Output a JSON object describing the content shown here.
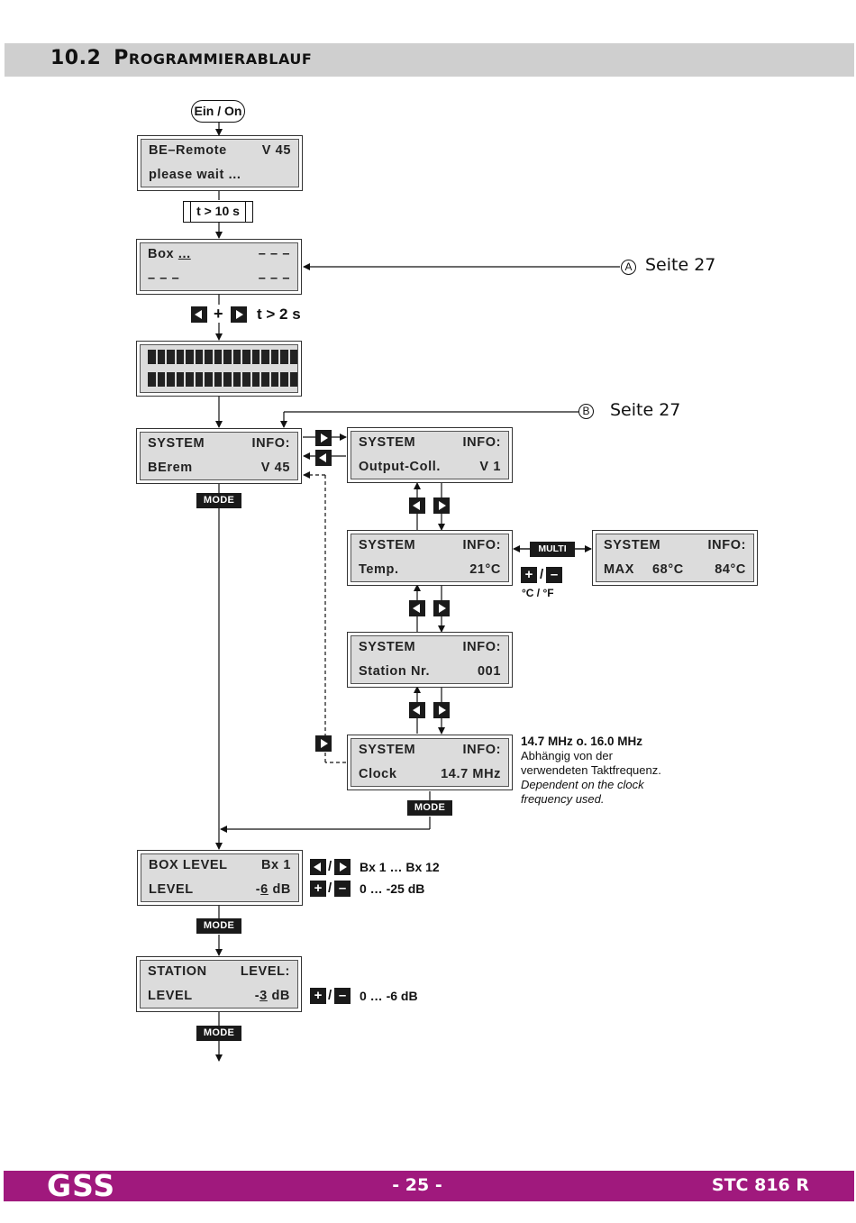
{
  "header": {
    "section_number": "10.2",
    "title_first": "P",
    "title_rest": "ROGRAMMIERABLAUF"
  },
  "start": {
    "label": "Ein / On"
  },
  "timer1": {
    "label": "t > 10 s"
  },
  "keys_hint": {
    "plus": "+",
    "time": "t > 2 s"
  },
  "displays": {
    "boot": {
      "line1_left": "BE–Remote",
      "line1_right": "V 45",
      "line2_left": "please wait ..."
    },
    "box": {
      "line1_left": "Box",
      "line1_left_ul": "...",
      "line1_right": "– – –",
      "line2_left": "– – –",
      "line2_right": "– – –"
    },
    "sys_main": {
      "line1_left": "SYSTEM",
      "line1_right": "INFO:",
      "line2_left": "BErem",
      "line2_right": "V 45"
    },
    "sys_output": {
      "line1_left": "SYSTEM",
      "line1_right": "INFO:",
      "line2_left": "Output-Coll.",
      "line2_right": "V 1"
    },
    "sys_temp": {
      "line1_left": "SYSTEM",
      "line1_right": "INFO:",
      "line2_left": "Temp.",
      "line2_right": "21°C"
    },
    "sys_max": {
      "line1_left": "SYSTEM",
      "line1_right": "INFO:",
      "line2_left": "MAX",
      "line2_mid": "68°C",
      "line2_right": "84°C"
    },
    "sys_station": {
      "line1_left": "SYSTEM",
      "line1_right": "INFO:",
      "line2_left": "Station Nr.",
      "line2_right": "001"
    },
    "sys_clock": {
      "line1_left": "SYSTEM",
      "line1_right": "INFO:",
      "line2_left": "Clock",
      "line2_right": "14.7 MHz"
    },
    "box_level": {
      "line1_left": "BOX LEVEL",
      "line1_right": "Bx  1",
      "line2_left": "LEVEL",
      "line2_right_pre": "-",
      "line2_right_ul": "6",
      "line2_right_post": " dB"
    },
    "station_level": {
      "line1_left": "STATION",
      "line1_right": "LEVEL:",
      "line2_left": "LEVEL",
      "line2_right_pre": "-",
      "line2_right_ul": "3",
      "line2_right_post": " dB"
    }
  },
  "buttons": {
    "mode": "MODE",
    "multi": "MULTI",
    "plus": "+",
    "minus": "–",
    "slash": "/"
  },
  "refs": {
    "a": {
      "letter": "A",
      "text": "Seite 27"
    },
    "b": {
      "letter": "B",
      "text": "Seite 27"
    }
  },
  "temp_unit_toggle": "°C / °F",
  "clock_note": {
    "title": "14.7 MHz o. 16.0 MHz",
    "de_line1": "Abhängig von der",
    "de_line2": "verwendeten Taktfrequenz.",
    "en_line1": "Dependent on the clock",
    "en_line2": "frequency used."
  },
  "ranges": {
    "box": "Bx  1 … Bx 12",
    "box_level": "0 … -25 dB",
    "station_level": "0 … -6 dB"
  },
  "footer": {
    "brand": "GSS",
    "page": "- 25 -",
    "model": "STC 816 R",
    "color": "#a0197d"
  }
}
